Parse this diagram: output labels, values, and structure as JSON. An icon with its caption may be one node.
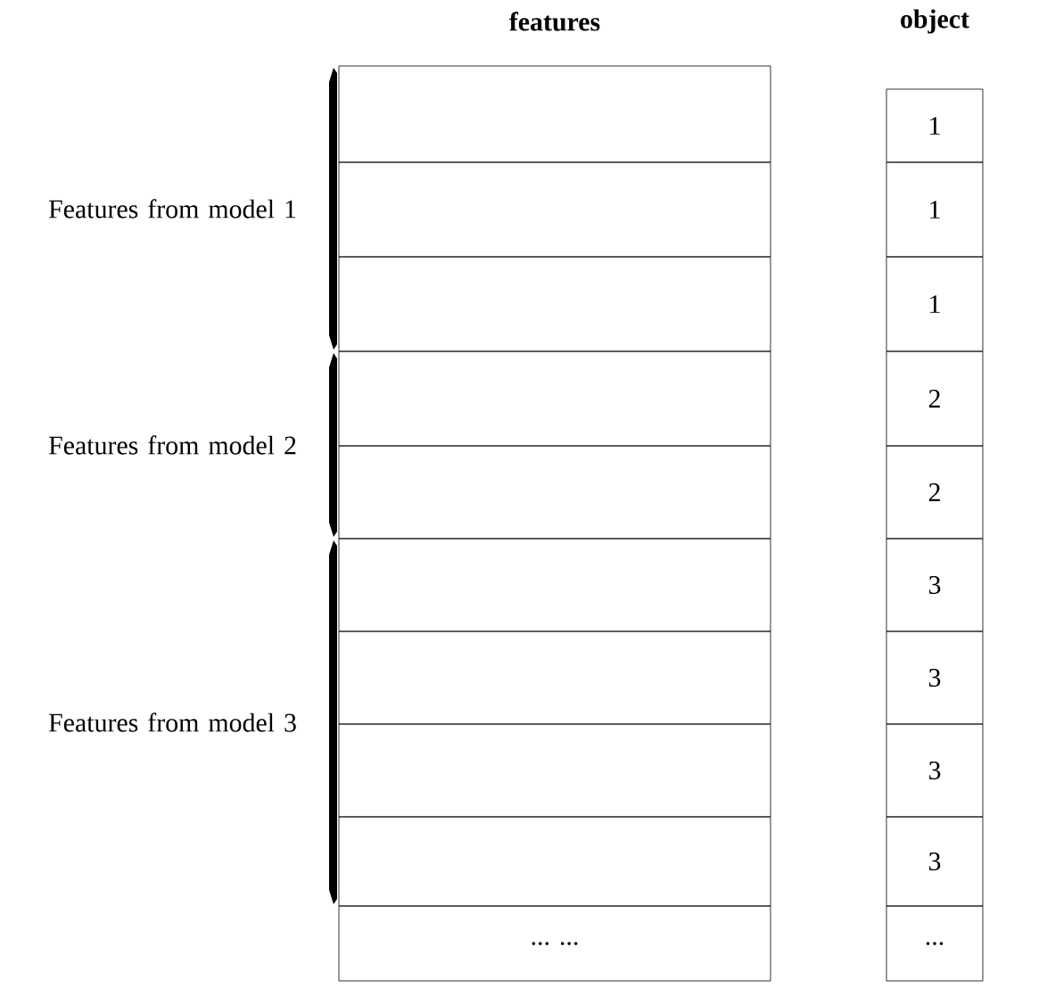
{
  "diagram": {
    "labels": [
      "features",
      "object",
      "1",
      "1",
      "1",
      "2",
      "2",
      "3",
      "3",
      "3",
      "3",
      "...",
      "... ...",
      "Features from model 1",
      "Features from model 2",
      "Features from model 3"
    ]
  }
}
